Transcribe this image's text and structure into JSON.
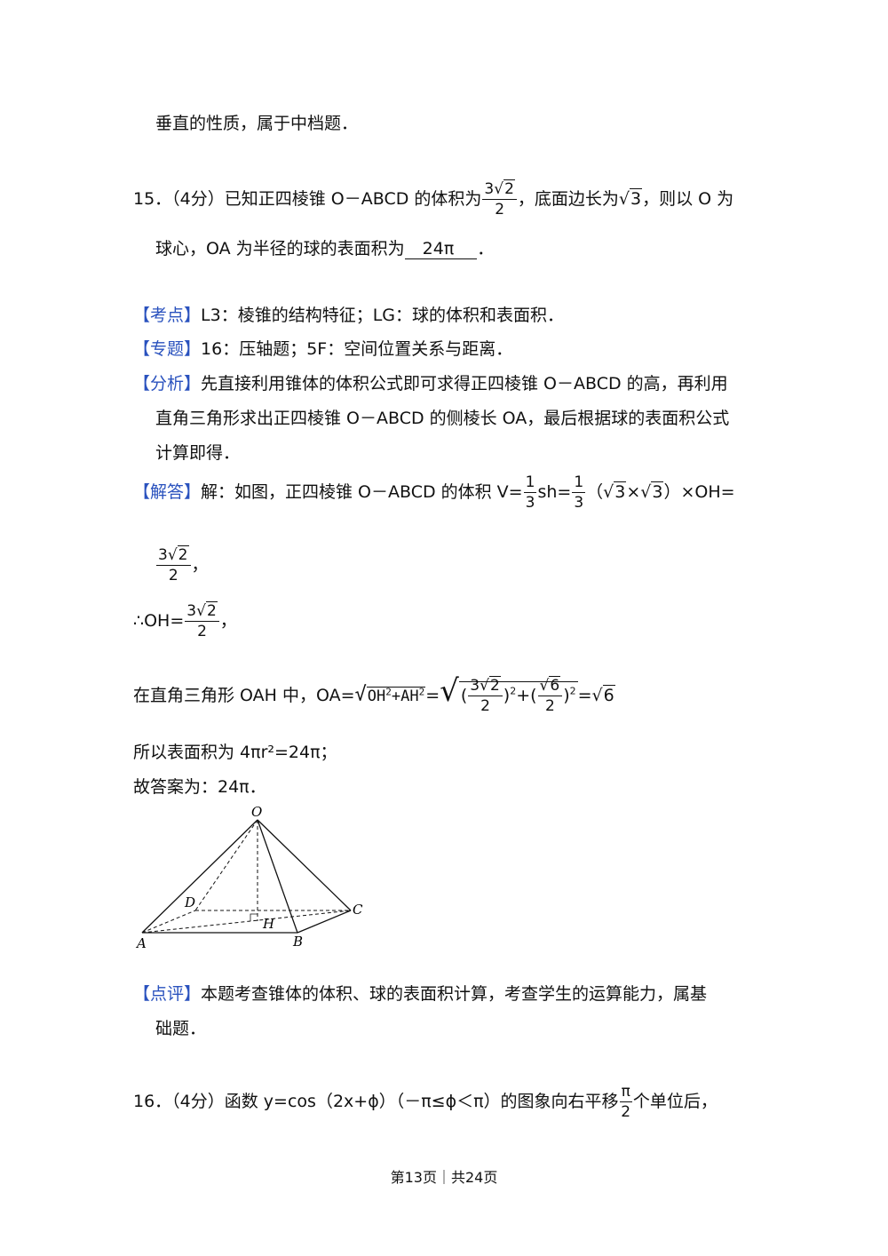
{
  "lines": {
    "l1": "垂直的性质，属于中档题．",
    "q15_a": "15．（4分）已知正四棱锥 O－ABCD 的体积为",
    "q15_b": "，底面边长为",
    "q15_c": "，则以 O 为",
    "q15_d": "球心，OA 为半径的球的表面积为",
    "q15_ans": "24π",
    "q15_e": "．",
    "tag_kaodian": "【考点】",
    "kaodian": "L3：棱锥的结构特征；LG：球的体积和表面积．",
    "tag_zhuanti": "【专题】",
    "zhuanti": "16：压轴题；5F：空间位置关系与距离．",
    "tag_fenxi": "【分析】",
    "fenxi_1": "先直接利用锥体的体积公式即可求得正四棱锥 O－ABCD 的高，再利用",
    "fenxi_2": "直角三角形求出正四棱锥 O－ABCD 的侧棱长 OA，最后根据球的表面积公式",
    "fenxi_3": "计算即得．",
    "tag_jieda": "【解答】",
    "jieda_1": "解：如图，正四棱锥 O－ABCD 的体积 V=",
    "jieda_sh": "sh=",
    "jieda_2": "（",
    "jieda_times": "×",
    "jieda_3": "）×OH=",
    "comma": "，",
    "therefore": "∴OH=",
    "oah_a": "在直角三角形 OAH 中，OA=",
    "area": "所以表面积为 4πr²=24π；",
    "answer": "故答案为：24π．",
    "tag_dianping": "【点评】",
    "dianping_1": "本题考查锥体的体积、球的表面积计算，考查学生的运算能力，属基",
    "dianping_2": "础题．",
    "q16_a": "16．（4分）函数 y=cos（2x+ϕ）（－π≤ϕ＜π）的图象向右平移",
    "q16_b": "个单位后，"
  },
  "math": {
    "three_root2": "3√2",
    "three": "3",
    "two": "2",
    "one": "1",
    "pi": "π",
    "root_sym": "√",
    "three_c": "3",
    "six": "6",
    "oh2": "OH",
    "ah2": "AH",
    "sq": "2",
    "plus": "+",
    "eq": "=",
    "lp": "(",
    "rp": ")"
  },
  "figure_labels": {
    "O": "O",
    "A": "A",
    "B": "B",
    "C": "C",
    "D": "D",
    "H": "H"
  },
  "footer": "第13页｜共24页"
}
